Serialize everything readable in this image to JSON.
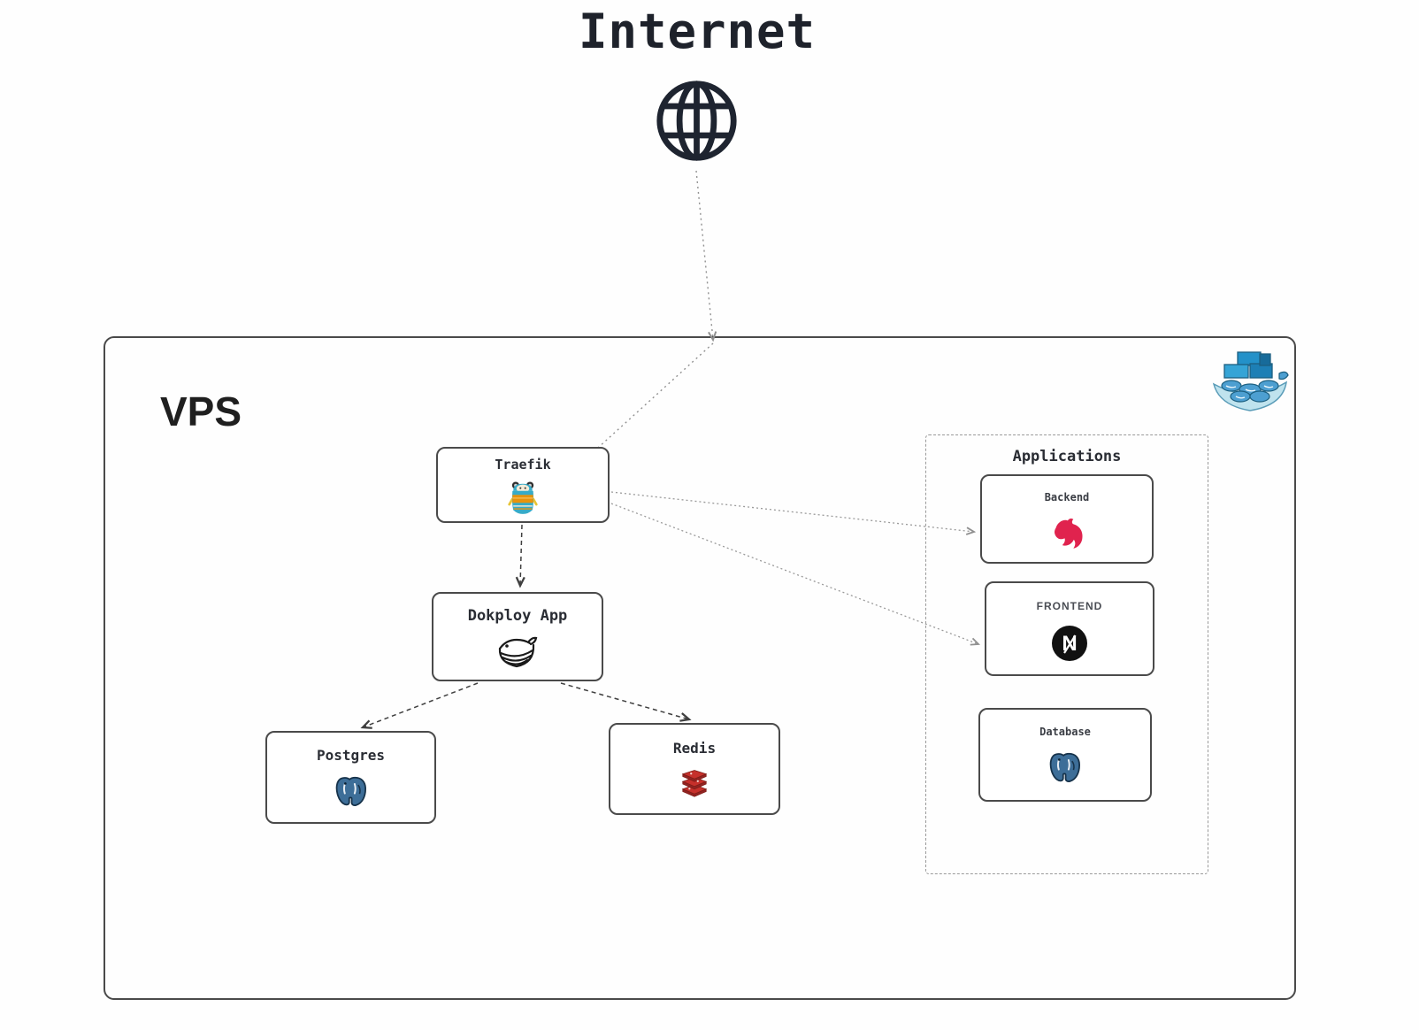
{
  "internet": {
    "label": "Internet"
  },
  "vps": {
    "label": "VPS"
  },
  "nodes": {
    "traefik": {
      "label": "Traefik",
      "icon": "traefik-mascot-icon"
    },
    "dokploy": {
      "label": "Dokploy App",
      "icon": "dokploy-whale-icon"
    },
    "postgres": {
      "label": "Postgres",
      "icon": "postgresql-elephant-icon"
    },
    "redis": {
      "label": "Redis",
      "icon": "redis-stack-icon"
    }
  },
  "applications": {
    "title": "Applications",
    "backend": {
      "label": "Backend",
      "icon": "nestjs-icon"
    },
    "frontend": {
      "label": "FRONTEND",
      "icon": "nextjs-icon"
    },
    "database": {
      "label": "Database",
      "icon": "postgresql-elephant-icon"
    }
  },
  "icons": [
    "globe-icon",
    "docker-whale-illustration"
  ],
  "edges": [
    {
      "from": "internet-globe",
      "to": "vps-border",
      "style": "dotted-gray-arrow"
    },
    {
      "from": "vps-border",
      "to": "traefik",
      "style": "dotted-gray"
    },
    {
      "from": "traefik",
      "to": "dokploy",
      "style": "dashed-dark-arrow"
    },
    {
      "from": "dokploy",
      "to": "postgres",
      "style": "dashed-dark-arrow"
    },
    {
      "from": "dokploy",
      "to": "redis",
      "style": "dashed-dark-arrow"
    },
    {
      "from": "traefik",
      "to": "backend",
      "style": "dotted-gray-arrow"
    },
    {
      "from": "traefik",
      "to": "frontend",
      "style": "dotted-gray-arrow"
    }
  ],
  "colors": {
    "nestjs_red": "#e0234e",
    "nextjs_black": "#111111",
    "redis_red": "#c6302b",
    "redis_dark": "#912322",
    "postgres_blue": "#336791",
    "docker_blue": "#2d9fd8",
    "traefik_orange": "#e8930c",
    "traefik_teal": "#37abc8",
    "line_gray": "#909090",
    "line_dark": "#3f3f3f",
    "border_dark": "#4a4a4a",
    "text_dark": "#1e222b"
  }
}
